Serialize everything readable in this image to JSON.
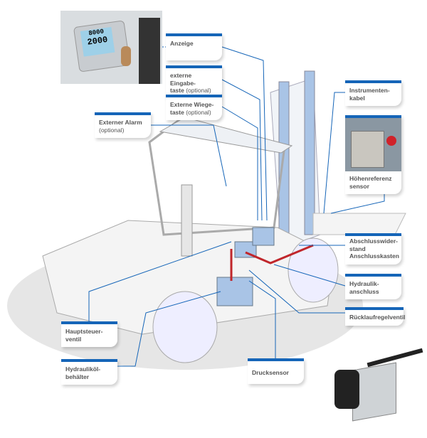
{
  "display_photo": {
    "reading_top": "8000",
    "reading_main": "2000"
  },
  "labels": {
    "anzeige": "Anzeige",
    "eingabe": "externe Eingabe-",
    "eingabe2": "taste",
    "wiege": "Externe Wiege-",
    "wiege2": "taste",
    "optional": "(optional)",
    "alarm": "Externer Alarm",
    "instrumentenkabel": "Instrumenten-kabel",
    "hoehenreferenz": "Höhenreferenz sensor",
    "abschluss": "Abschlusswider-stand Anschlusskasten",
    "hydraulikanschluss": "Hydraulik-anschluss",
    "ruecklauf": "Rücklaufregelventil",
    "hauptsteuer": "Hauptsteuer-ventil",
    "oelbehaelter": "Hydrauliköl-behälter",
    "drucksensor": "Drucksensor"
  },
  "colors": {
    "accent": "#1565b8",
    "hydraulic": "#c0262b"
  }
}
